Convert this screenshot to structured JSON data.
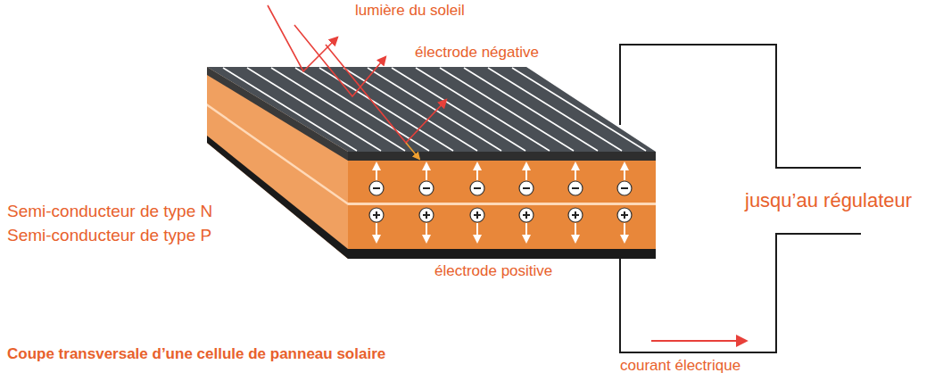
{
  "diagram": {
    "caption": "Coupe transversale d’une cellule de panneau solaire",
    "labels": [
      "lumière du soleil",
      "électrode négative",
      "Semi-conducteur de type N",
      "Semi-conducteur de type P",
      "électrode positive",
      "jusqu’au régulateur",
      "courant électrique"
    ]
  }
}
